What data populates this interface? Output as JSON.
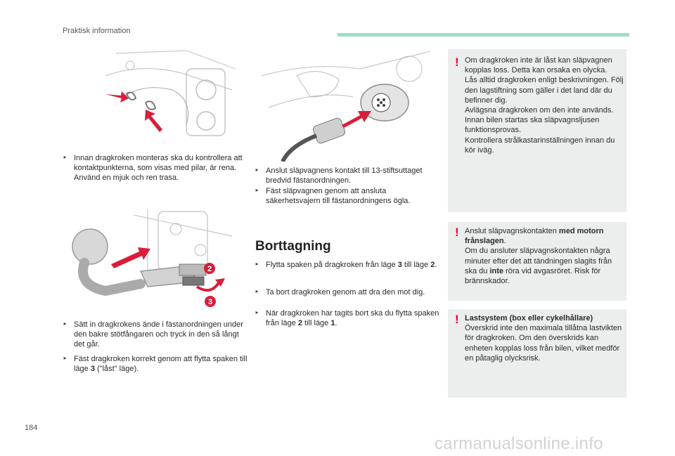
{
  "header": {
    "title": "Praktisk information"
  },
  "page_number": "184",
  "watermark": "carmanualsonline.info",
  "col1": {
    "bullet1": "Innan dragkroken monteras ska du kontrollera att kontaktpunkterna, som visas med pilar, är rena. Använd en mjuk och ren trasa.",
    "bullet2": "Sätt in dragkrokens ände i fästanordningen under den bakre stötfångaren och tryck in den så långt det går.",
    "bullet3_pre": "Fäst dragkroken korrekt genom att flytta spaken till läge ",
    "bullet3_num": "3",
    "bullet3_post": " (\"låst\" läge).",
    "figure_labels": {
      "two": "2",
      "three": "3"
    }
  },
  "col2": {
    "bullet1": "Anslut släpvagnens kontakt till 13-stiftsuttaget bredvid fästanordningen.",
    "bullet2": "Fäst släpvagnen genom att ansluta säkerhetsvajern till fästanordningens ögla.",
    "section_title": "Borttagning",
    "bullet3_pre": "Flytta spaken på dragkroken från läge ",
    "bullet3_a": "3",
    "bullet3_mid": " till läge ",
    "bullet3_b": "2",
    "bullet3_post": ".",
    "bullet4": "Ta bort dragkroken genom att dra den mot dig.",
    "bullet5_pre": "När dragkroken har tagits bort ska du flytta spaken från läge ",
    "bullet5_a": "2",
    "bullet5_mid": " till läge ",
    "bullet5_b": "1",
    "bullet5_post": "."
  },
  "warnings": {
    "box1": [
      "Om dragkroken inte är låst kan släpvagnen kopplas loss. Detta kan orsaka en olycka.",
      "Lås alltid dragkroken enligt beskrivningen. Följ den lagstiftning som gäller i det land där du befinner dig.",
      "Avlägsna dragkroken om den inte används.",
      "Innan bilen startas ska släpvagnsljusen funktionsprovas.",
      "Kontrollera strålkastarinställningen innan du kör iväg."
    ],
    "box2": {
      "pre": "Anslut släpvagnskontakten ",
      "bold": "med motorn frånslagen",
      "post": ".",
      "text2_pre": "Om du ansluter släpvagnskontakten några minuter efter det att tändningen slagits från ska du ",
      "text2_bold": "inte",
      "text2_post": " röra vid avgasröret. Risk för brännskador."
    },
    "box3": {
      "title": "Lastsystem (box eller cykelhållare)",
      "text": "Överskrid inte den maximala tillåtna lastvikten för dragkroken. Om den överskrids kan enheten kopplas loss från bilen, vilket medför en påtaglig olycksrisk."
    }
  },
  "colors": {
    "accent_bar": "#9fdccb",
    "warning_red": "#e4002b",
    "arrow_red": "#d81e3a",
    "box_bg": "#eceeee"
  },
  "icons": [
    "bullet-mark",
    "warning-exclamation"
  ]
}
